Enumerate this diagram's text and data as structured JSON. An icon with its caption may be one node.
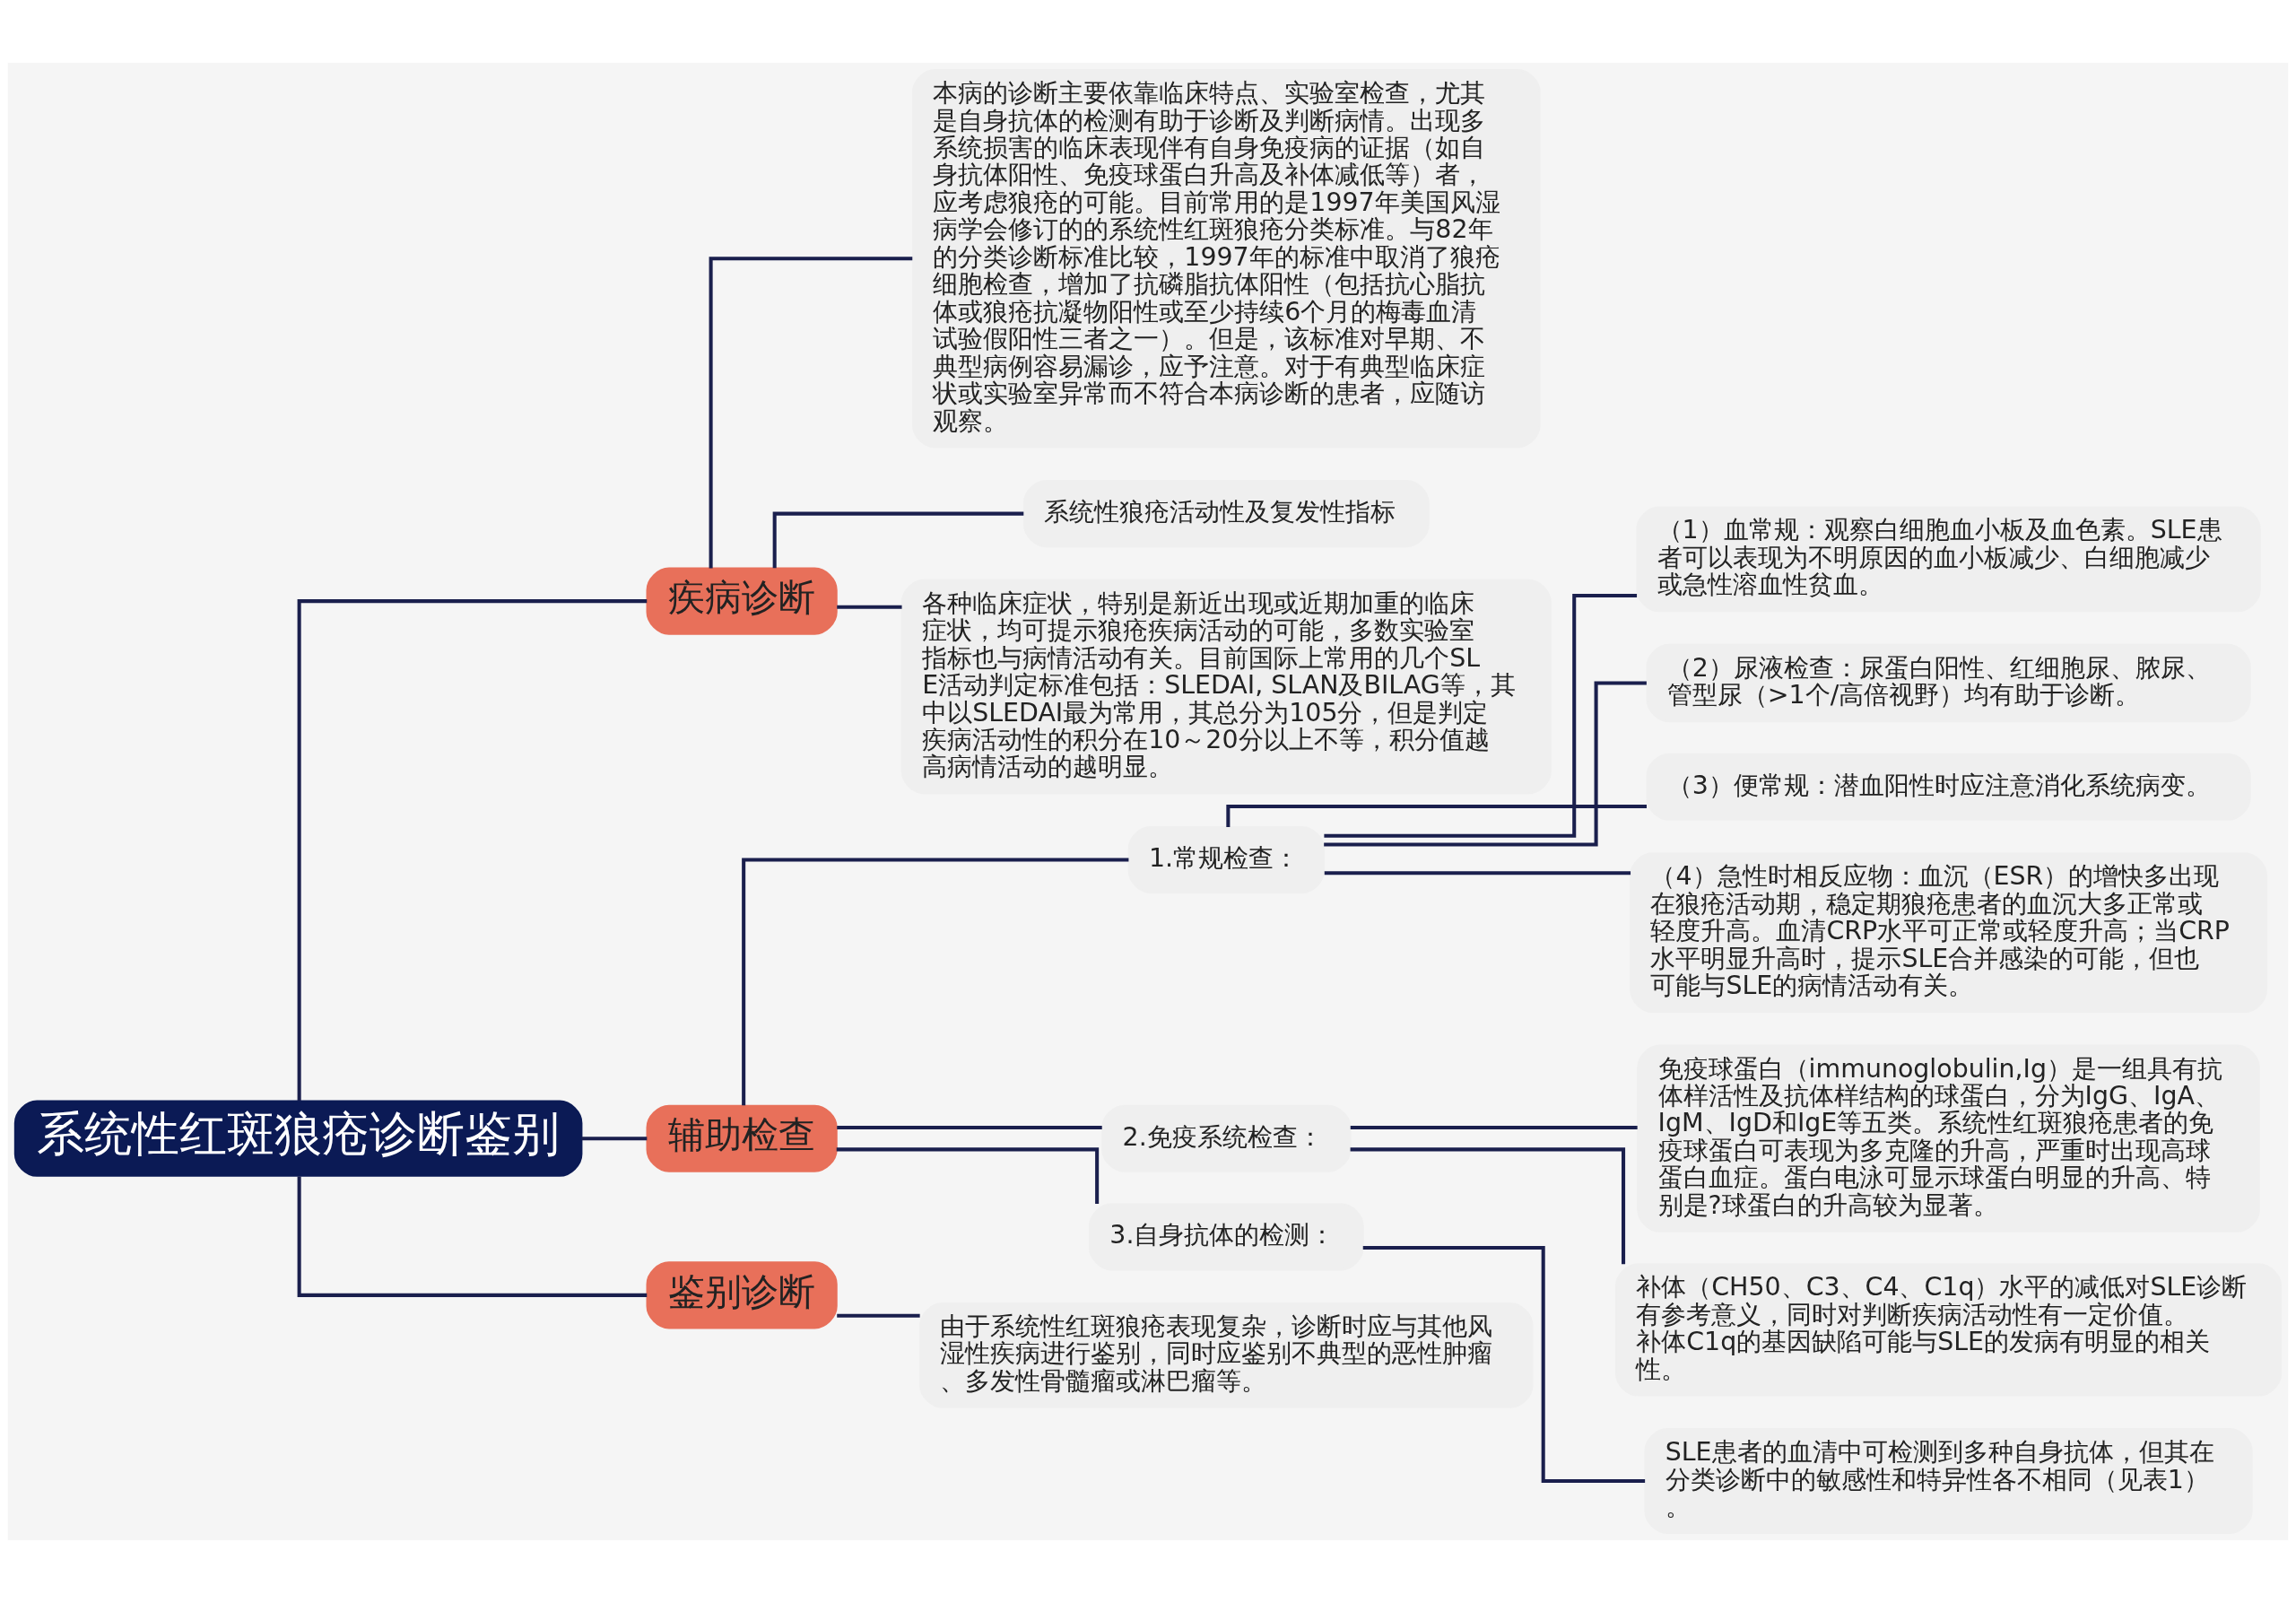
{
  "diagram": {
    "nodes": [
      {
        "text": [
          "系统性红斑狼疮诊断鉴别"
        ]
      },
      {
        "text": [
          "疾病诊断"
        ]
      },
      {
        "text": [
          "本病的诊断主要依靠临床特点、实验室检查，尤其是自身抗体的检测有助于诊断及判断病情。出现多系统损害的临床表现伴有自身免疫病的证据（如自身抗体阳性、免疫球蛋白升高及补体减低等）者，应考虑狼疮的可能。目前常用的是1997年美国风湿病学会修订的的系统性红斑狼疮分类标准。与82年的分类诊断标准比较，1997年的标准中取消了狼疮细胞检查，增加了抗磷脂抗体阳性（包括抗心脂抗体或狼疮抗凝物阳性或至少持续6个月的梅毒血清试验假阳性三者之一）。但是，该标准对早期、不典型病例容易漏诊，应予注意。对于有典型临床症状或实验室异常而不符合本病诊断的患者，应随访观察。"
        ]
      },
      {
        "text": [
          "系统性狼疮活动性及复发性指标"
        ]
      },
      {
        "text": [
          "各种临床症状，特别是新近出现或近期加重的临床症状，均可提示狼疮疾病活动的可能，多数实验室指标也与病情活动有关。目前国际上常用的几个SLE活动判定标准包括：SLEDAI, SLAN及BILAG等，其中以SLEDAI最为常用，其总分为105分，但是判定疾病活动性的积分在10～20分以上不等，积分值越高病情活动的越明显。"
        ]
      },
      {
        "text": [
          "辅助检查"
        ]
      },
      {
        "text": [
          "1.常规检查："
        ]
      },
      {
        "text": [
          "（1）血常规：观察白细胞血小板及血色素。SLE患者可以表现为不明原因的血小板减少、白细胞减少或急性溶血性贫血。"
        ]
      },
      {
        "text": [
          "（2）尿液检查：尿蛋白阳性、红细胞尿、脓尿、管型尿（>1个/高倍视野）均有助于诊断。"
        ]
      },
      {
        "text": [
          "（3）便常规：潜血阳性时应注意消化系统病变。"
        ]
      },
      {
        "text": [
          "（4）急性时相反应物：血沉（ESR）的增快多出现在狼疮活动期，稳定期狼疮患者的血沉大多正常或轻度升高。血清CRP水平可正常或轻度升高；当CRP水平明显升高时，提示SLE合并感染的可能，但也可能与SLE的病情活动有关。"
        ]
      },
      {
        "text": [
          "2.免疫系统检查："
        ]
      },
      {
        "text": [
          "免疫球蛋白（immunoglobulin,Ig）是一组具有抗体样活性及抗体样结构的球蛋白，分为IgG、IgA、IgM、IgD和IgE等五类。系统性红斑狼疮患者的免疫球蛋白可表现为多克隆的升高，严重时出现高球蛋白血症。蛋白电泳可显示球蛋白明显的升高、特别是?球蛋白的升高较为显著。"
        ]
      },
      {
        "text": [
          "补体（CH50、C3、C4、C1q）水平的减低对SLE诊断有参考意义，同时对判断疾病活动性有一定价值。补体C1q的基因缺陷可能与SLE的发病有明显的相关性。"
        ]
      },
      {
        "text": [
          "3.自身抗体的检测："
        ]
      },
      {
        "text": [
          "SLE患者的血清中可检测到多种自身抗体，但其在分类诊断中的敏感性和特异性各不相同（见表1）。"
        ]
      },
      {
        "text": [
          "鉴别诊断"
        ]
      },
      {
        "text": [
          "由于系统性红斑狼疮表现复杂，诊断时应与其他风湿性疾病进行鉴别，同时应鉴别不典型的恶性肿瘤、多发性骨髓瘤或淋巴瘤等。"
        ]
      }
    ],
    "edges": [
      {
        "from": 0,
        "to": 1,
        "arrow": "none"
      },
      {
        "from": 1,
        "to": 2,
        "arrow": "none"
      },
      {
        "from": 1,
        "to": 3,
        "arrow": "none"
      },
      {
        "from": 1,
        "to": 4,
        "arrow": "none"
      },
      {
        "from": 0,
        "to": 5,
        "arrow": "none"
      },
      {
        "from": 5,
        "to": 6,
        "arrow": "none"
      },
      {
        "from": 6,
        "to": 7,
        "arrow": "none"
      },
      {
        "from": 6,
        "to": 8,
        "arrow": "none"
      },
      {
        "from": 6,
        "to": 9,
        "arrow": "none"
      },
      {
        "from": 6,
        "to": 10,
        "arrow": "none"
      },
      {
        "from": 5,
        "to": 11,
        "arrow": "none"
      },
      {
        "from": 11,
        "to": 12,
        "arrow": "none"
      },
      {
        "from": 11,
        "to": 13,
        "arrow": "none"
      },
      {
        "from": 5,
        "to": 14,
        "arrow": "none"
      },
      {
        "from": 14,
        "to": 15,
        "arrow": "none"
      },
      {
        "from": 0,
        "to": 16,
        "arrow": "none"
      },
      {
        "from": 16,
        "to": 17,
        "arrow": "none"
      }
    ]
  }
}
